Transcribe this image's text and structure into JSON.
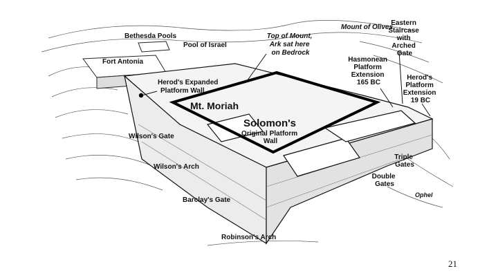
{
  "diagram": {
    "labels": {
      "bethesda_pools": "Bethesda Pools",
      "pool_of_israel": "Pool of Israel",
      "mount_of_olives": "Mount of Olives",
      "top_of_mount": [
        "Top of Mount,",
        "Ark sat here",
        "on Bedrock"
      ],
      "eastern_staircase": [
        "Eastern",
        "Staircase",
        "with",
        "Arched",
        "Gate"
      ],
      "fort_antonia": "Fort Antonia",
      "herods_expanded": [
        "Herod's Expanded",
        "Platform Wall"
      ],
      "hasmonean": [
        "Hasmonean",
        "Platform",
        "Extension",
        "165 BC"
      ],
      "herods_platform": [
        "Herod's",
        "Platform",
        "Extension",
        "19 BC"
      ],
      "mt_moriah": "Mt. Moriah",
      "solomons": "Solomon's",
      "original_platform": [
        "Original Platform",
        "Wall"
      ],
      "wilsons_gate": "Wilson's Gate",
      "wilsons_arch": "Wilson's Arch",
      "triple_gates": [
        "Triple",
        "Gates"
      ],
      "double_gates": [
        "Double",
        "Gates"
      ],
      "ophel": "Ophel",
      "barclays_gate": "Barclay's Gate",
      "robinsons_arch": "Robinson's Arch"
    }
  },
  "page_number": "21"
}
